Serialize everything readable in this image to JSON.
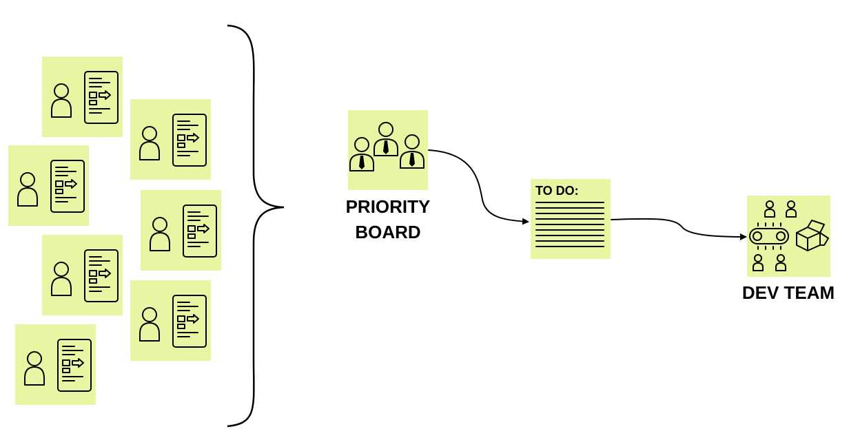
{
  "labels": {
    "priority_board_line1": "PRIORITY",
    "priority_board_line2": "BOARD",
    "todo_title": "TO DO:",
    "dev_team": "DEV TEAM"
  },
  "colors": {
    "sticky_note": "#e9f5a2",
    "ink": "#000000"
  },
  "icons": {
    "request_note": "person-with-document-icon",
    "priority_board": "business-people-icon",
    "todo_list": "list-lines-icon",
    "dev_team": "team-with-conveyor-and-boxes-icon",
    "grouping": "curly-brace",
    "flow": "arrow"
  },
  "request_count": 7
}
